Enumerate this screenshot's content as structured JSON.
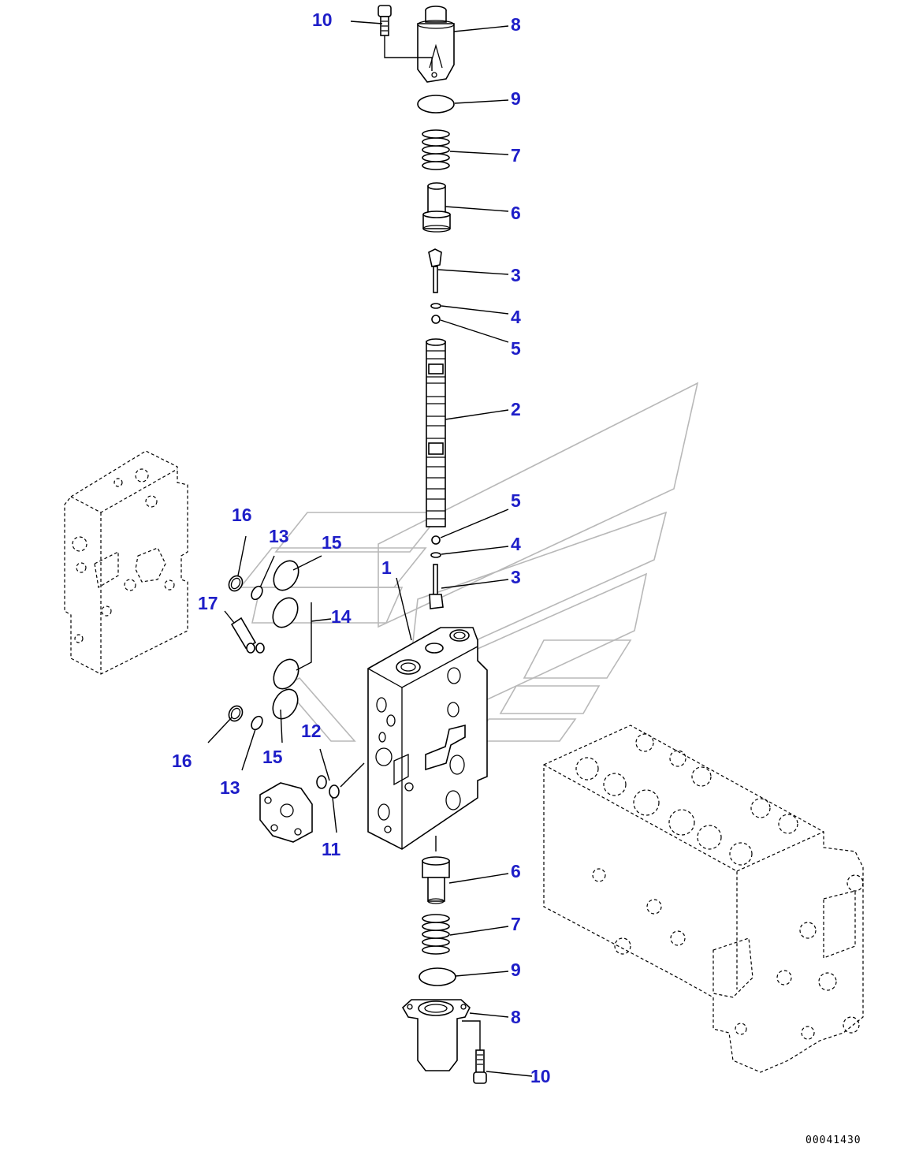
{
  "diagram": {
    "document_number": "00041430",
    "callouts": [
      {
        "id": "c10a",
        "text": "10"
      },
      {
        "id": "c8a",
        "text": "8"
      },
      {
        "id": "c9a",
        "text": "9"
      },
      {
        "id": "c7a",
        "text": "7"
      },
      {
        "id": "c6a",
        "text": "6"
      },
      {
        "id": "c3a",
        "text": "3"
      },
      {
        "id": "c4a",
        "text": "4"
      },
      {
        "id": "c5a",
        "text": "5"
      },
      {
        "id": "c2",
        "text": "2"
      },
      {
        "id": "c5b",
        "text": "5"
      },
      {
        "id": "c4b",
        "text": "4"
      },
      {
        "id": "c3b",
        "text": "3"
      },
      {
        "id": "c1",
        "text": "1"
      },
      {
        "id": "c16a",
        "text": "16"
      },
      {
        "id": "c13a",
        "text": "13"
      },
      {
        "id": "c15a",
        "text": "15"
      },
      {
        "id": "c17",
        "text": "17"
      },
      {
        "id": "c14",
        "text": "14"
      },
      {
        "id": "c12",
        "text": "12"
      },
      {
        "id": "c16b",
        "text": "16"
      },
      {
        "id": "c15b",
        "text": "15"
      },
      {
        "id": "c13b",
        "text": "13"
      },
      {
        "id": "c11",
        "text": "11"
      },
      {
        "id": "c6b",
        "text": "6"
      },
      {
        "id": "c7b",
        "text": "7"
      },
      {
        "id": "c9b",
        "text": "9"
      },
      {
        "id": "c8b",
        "text": "8"
      },
      {
        "id": "c10b",
        "text": "10"
      }
    ]
  }
}
